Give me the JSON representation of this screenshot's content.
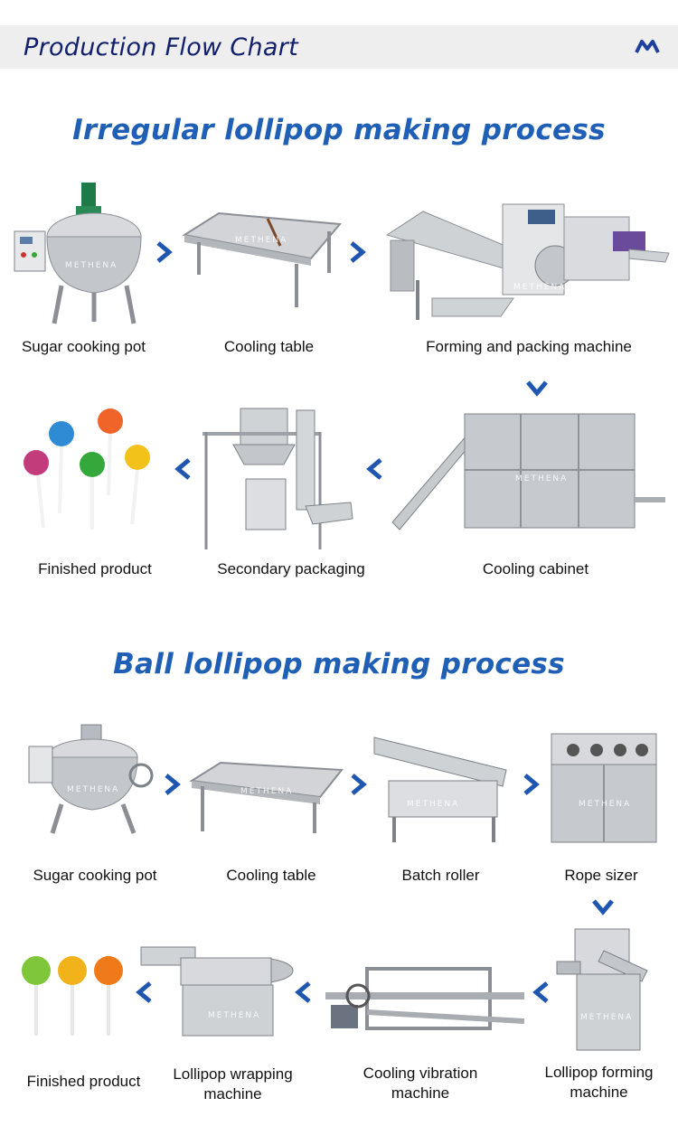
{
  "header": {
    "title": "Production Flow Chart"
  },
  "watermark": "METHENA",
  "colors": {
    "title_blue": "#1f5fb5",
    "header_navy": "#12206b",
    "arrow_blue": "#1f56b0",
    "steel": "#c9ccd0"
  },
  "sections": [
    {
      "title": "Irregular lollipop making process",
      "steps": [
        "Sugar cooking pot",
        "Cooling table",
        "Forming and packing machine",
        "Cooling cabinet",
        "Secondary packaging",
        "Finished product"
      ]
    },
    {
      "title": "Ball lollipop making process",
      "steps": [
        "Sugar cooking pot",
        "Cooling table",
        "Batch roller",
        "Rope sizer",
        "Lollipop forming machine",
        "Cooling vibration machine",
        "Lollipop wrapping machine",
        "Finished product"
      ]
    }
  ]
}
